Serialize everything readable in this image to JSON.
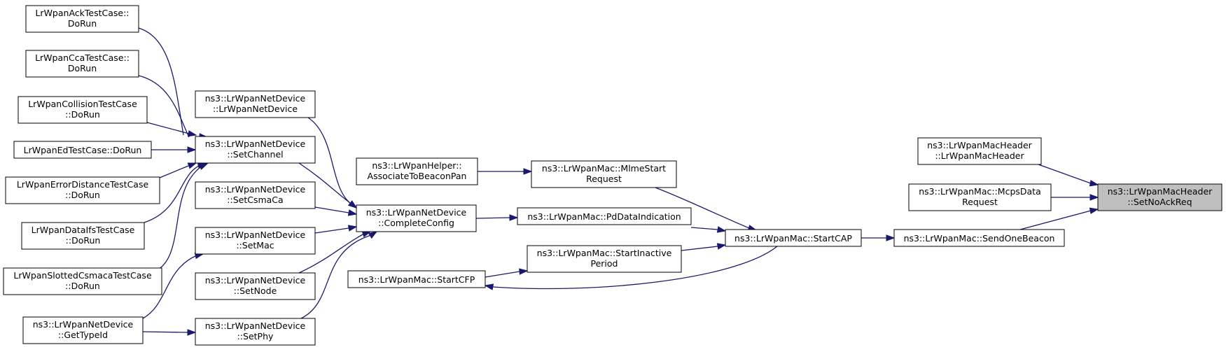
{
  "colors": {
    "edge": "#191970",
    "focus_fill": "#bfbfbf",
    "node_fill": "#ffffff"
  },
  "nodes": {
    "n_ack": [
      "LrWpanAckTestCase::",
      "DoRun"
    ],
    "n_cca": [
      "LrWpanCcaTestCase::",
      "DoRun"
    ],
    "n_coll": [
      "LrWpanCollisionTestCase",
      "::DoRun"
    ],
    "n_ed": [
      "LrWpanEdTestCase::DoRun"
    ],
    "n_errd": [
      "LrWpanErrorDistanceTestCase",
      "::DoRun"
    ],
    "n_ifs": [
      "LrWpanDataIfsTestCase",
      "::DoRun"
    ],
    "n_slot": [
      "LrWpanSlottedCsmacaTestCase",
      "::DoRun"
    ],
    "n_gettype": [
      "ns3::LrWpanNetDevice",
      "::GetTypeId"
    ],
    "n_ctor": [
      "ns3::LrWpanNetDevice",
      "::LrWpanNetDevice"
    ],
    "n_setchan": [
      "ns3::LrWpanNetDevice",
      "::SetChannel"
    ],
    "n_setcsma": [
      "ns3::LrWpanNetDevice",
      "::SetCsmaCa"
    ],
    "n_setmac": [
      "ns3::LrWpanNetDevice",
      "::SetMac"
    ],
    "n_setnode": [
      "ns3::LrWpanNetDevice",
      "::SetNode"
    ],
    "n_setphy": [
      "ns3::LrWpanNetDevice",
      "::SetPhy"
    ],
    "n_helper": [
      "ns3::LrWpanHelper::",
      "AssociateToBeaconPan"
    ],
    "n_complete": [
      "ns3::LrWpanNetDevice",
      "::CompleteConfig"
    ],
    "n_startcfp": [
      "ns3::LrWpanMac::StartCFP"
    ],
    "n_mlme": [
      "ns3::LrWpanMac::MlmeStart",
      "Request"
    ],
    "n_pddata": [
      "ns3::LrWpanMac::PdDataIndication"
    ],
    "n_inactive": [
      "ns3::LrWpanMac::StartInactive",
      "Period"
    ],
    "n_startcap": [
      "ns3::LrWpanMac::StartCAP"
    ],
    "n_beacon": [
      "ns3::LrWpanMac::SendOneBeacon"
    ],
    "n_hdrctor": [
      "ns3::LrWpanMacHeader",
      "::LrWpanMacHeader"
    ],
    "n_mcps": [
      "ns3::LrWpanMac::McpsData",
      "Request"
    ],
    "n_target": [
      "ns3::LrWpanMacHeader",
      "::SetNoAckReq"
    ]
  }
}
